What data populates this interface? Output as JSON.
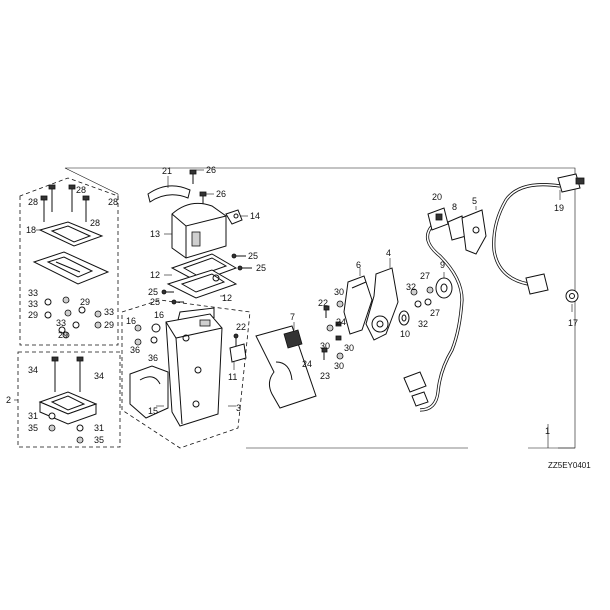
{
  "diagram_code": "ZZ5EY0401",
  "labels": [
    {
      "id": "l21",
      "text": "21"
    },
    {
      "id": "l26a",
      "text": "26"
    },
    {
      "id": "l26b",
      "text": "26"
    },
    {
      "id": "l13",
      "text": "13"
    },
    {
      "id": "l14",
      "text": "14"
    },
    {
      "id": "l25a",
      "text": "25"
    },
    {
      "id": "l25b",
      "text": "25"
    },
    {
      "id": "l25c",
      "text": "25"
    },
    {
      "id": "l25d",
      "text": "25"
    },
    {
      "id": "l12a",
      "text": "12"
    },
    {
      "id": "l12b",
      "text": "12"
    },
    {
      "id": "l16a",
      "text": "16"
    },
    {
      "id": "l16b",
      "text": "16"
    },
    {
      "id": "l36a",
      "text": "36"
    },
    {
      "id": "l36b",
      "text": "36"
    },
    {
      "id": "l22a",
      "text": "22"
    },
    {
      "id": "l11",
      "text": "11"
    },
    {
      "id": "l15",
      "text": "15"
    },
    {
      "id": "l3",
      "text": "3"
    },
    {
      "id": "l28a",
      "text": "28"
    },
    {
      "id": "l28b",
      "text": "28"
    },
    {
      "id": "l28c",
      "text": "28"
    },
    {
      "id": "l28d",
      "text": "28"
    },
    {
      "id": "l18",
      "text": "18"
    },
    {
      "id": "l33a",
      "text": "33"
    },
    {
      "id": "l29a",
      "text": "29"
    },
    {
      "id": "l33b",
      "text": "33"
    },
    {
      "id": "l29b",
      "text": "29"
    },
    {
      "id": "l33c",
      "text": "33"
    },
    {
      "id": "l29c",
      "text": "29"
    },
    {
      "id": "l33d",
      "text": "33"
    },
    {
      "id": "l29d",
      "text": "29"
    },
    {
      "id": "l2",
      "text": "2"
    },
    {
      "id": "l34a",
      "text": "34"
    },
    {
      "id": "l34b",
      "text": "34"
    },
    {
      "id": "l31a",
      "text": "31"
    },
    {
      "id": "l31b",
      "text": "31"
    },
    {
      "id": "l35a",
      "text": "35"
    },
    {
      "id": "l35b",
      "text": "35"
    },
    {
      "id": "l7",
      "text": "7"
    },
    {
      "id": "l22b",
      "text": "22"
    },
    {
      "id": "l30a",
      "text": "30"
    },
    {
      "id": "l24a",
      "text": "24"
    },
    {
      "id": "l30b",
      "text": "30"
    },
    {
      "id": "l24b",
      "text": "24"
    },
    {
      "id": "l30c",
      "text": "30"
    },
    {
      "id": "l23",
      "text": "23"
    },
    {
      "id": "l30d",
      "text": "30"
    },
    {
      "id": "l6",
      "text": "6"
    },
    {
      "id": "l4",
      "text": "4"
    },
    {
      "id": "l10",
      "text": "10"
    },
    {
      "id": "l32a",
      "text": "32"
    },
    {
      "id": "l32b",
      "text": "32"
    },
    {
      "id": "l27a",
      "text": "27"
    },
    {
      "id": "l27b",
      "text": "27"
    },
    {
      "id": "l9",
      "text": "9"
    },
    {
      "id": "l20",
      "text": "20"
    },
    {
      "id": "l8",
      "text": "8"
    },
    {
      "id": "l5",
      "text": "5"
    },
    {
      "id": "l19",
      "text": "19"
    },
    {
      "id": "l17",
      "text": "17"
    },
    {
      "id": "l1",
      "text": "1"
    }
  ]
}
